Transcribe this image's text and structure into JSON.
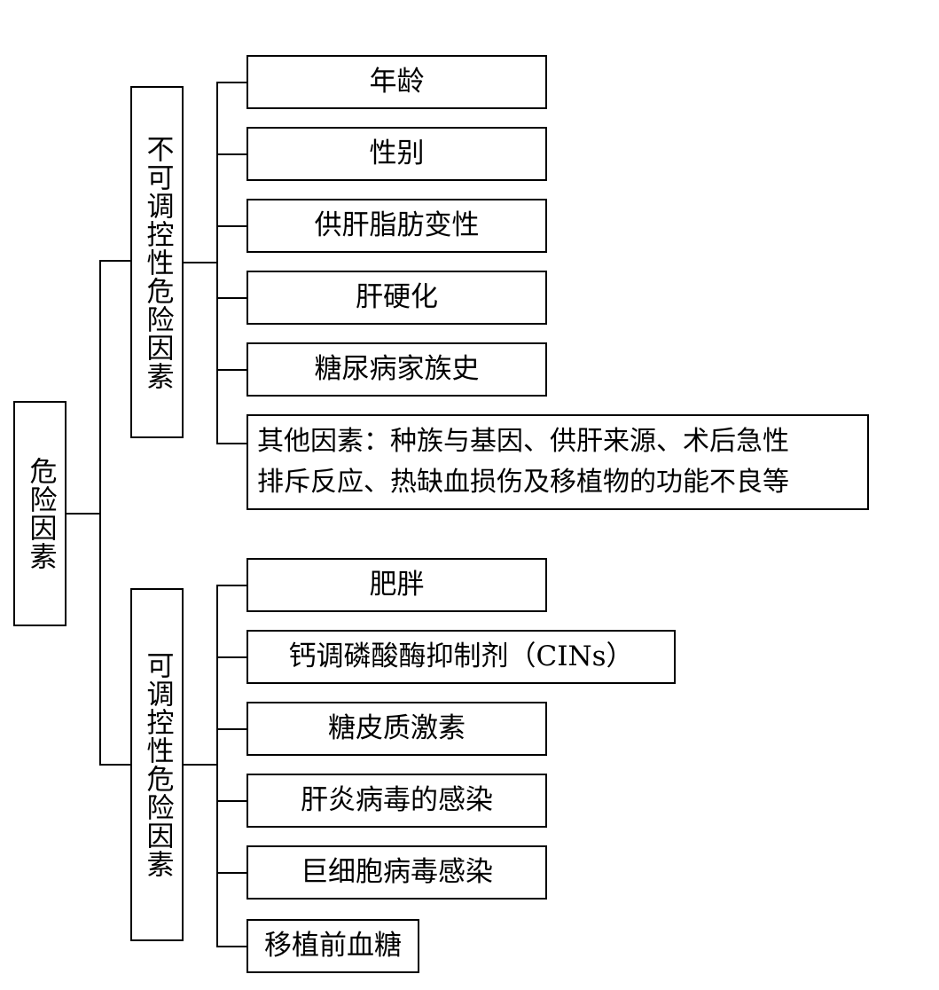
{
  "root": {
    "label": "危险因素"
  },
  "groups": [
    {
      "label": "不可调控性危险因素",
      "items": [
        "年龄",
        "性别",
        "供肝脂肪变性",
        "肝硬化",
        "糖尿病家族史"
      ],
      "other": {
        "line1": "其他因素：种族与基因、供肝来源、术后急性",
        "line2": "排斥反应、热缺血损伤及移植物的功能不良等"
      }
    },
    {
      "label": "可调控性危险因素",
      "items": [
        "肥胖",
        "钙调磷酸酶抑制剂（CINs）",
        "糖皮质激素",
        "肝炎病毒的感染",
        "巨细胞病毒感染",
        "移植前血糖"
      ]
    }
  ]
}
